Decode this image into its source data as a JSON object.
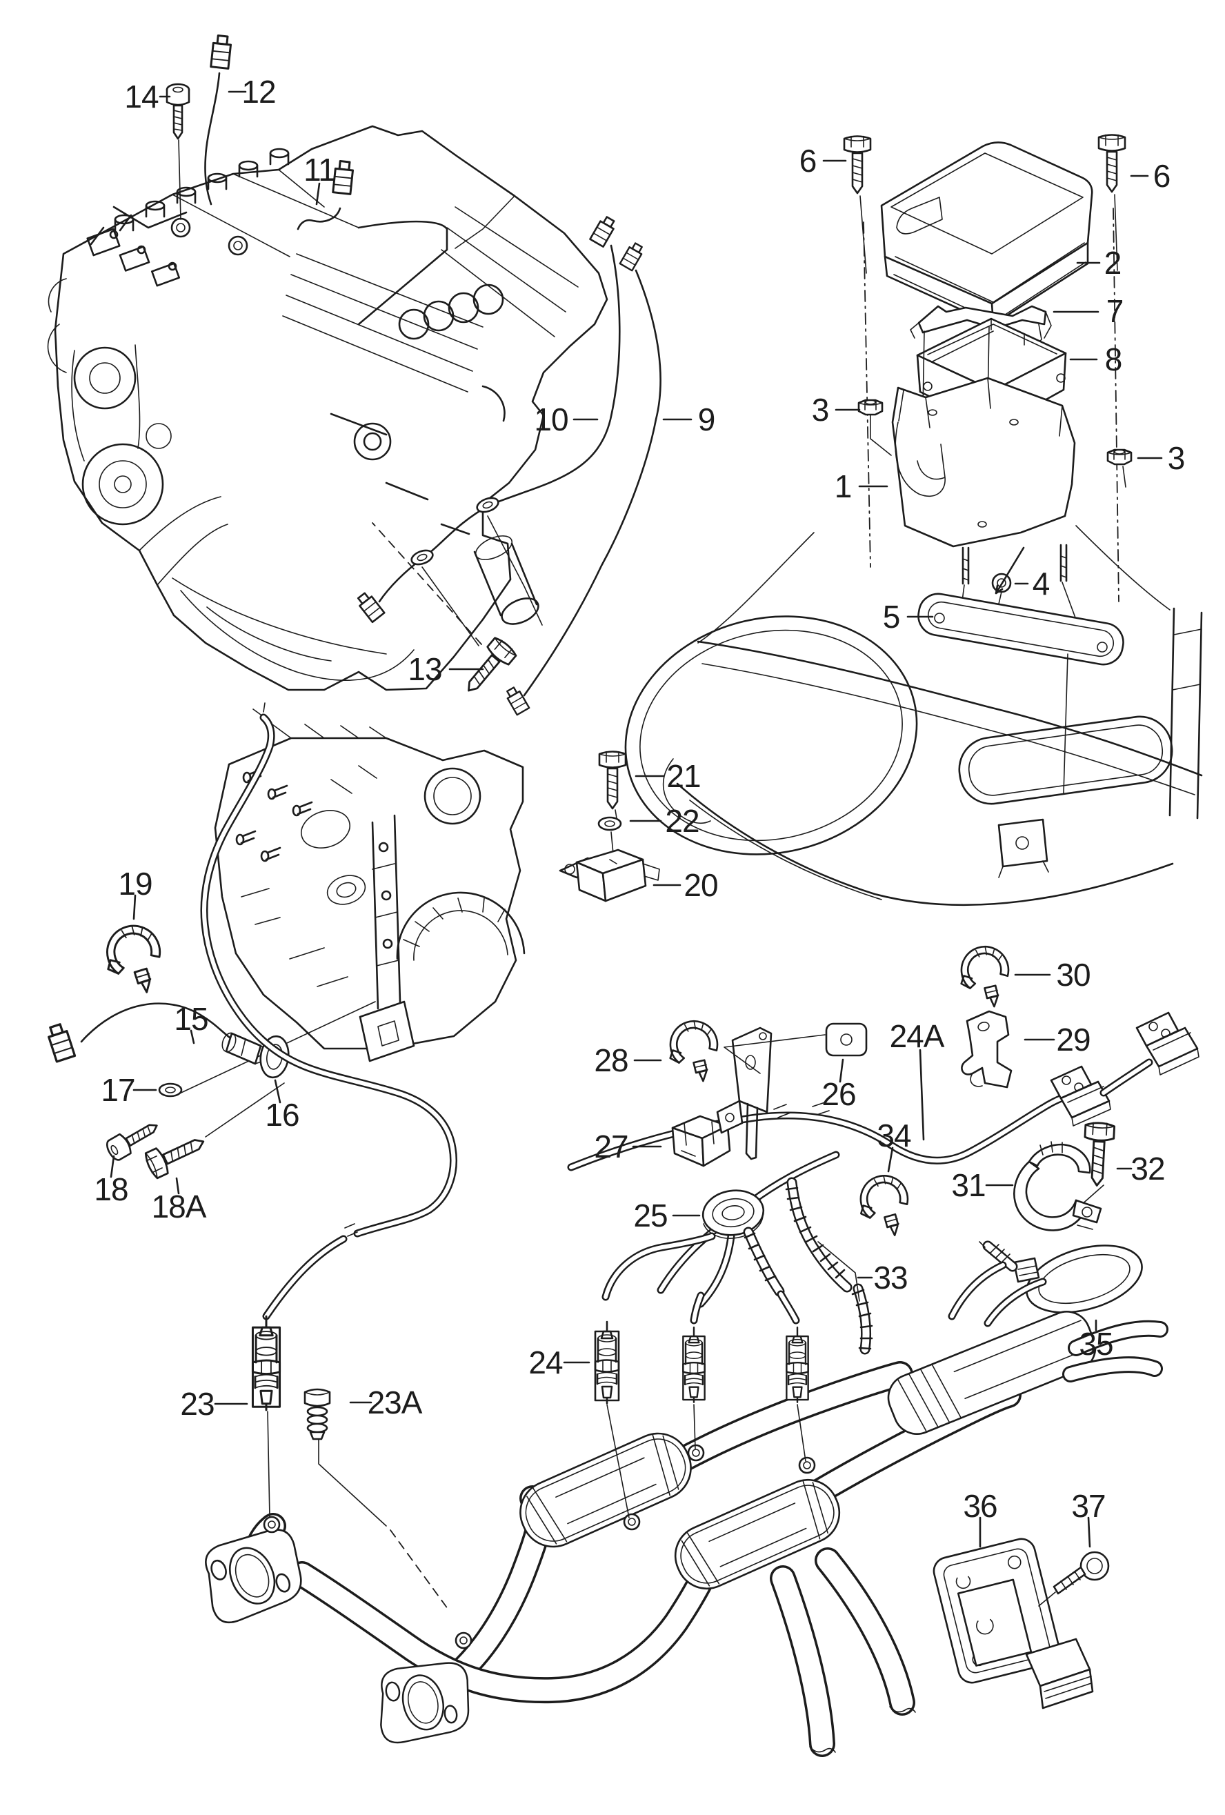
{
  "page": {
    "background": "#ffffff",
    "ink": "#1c1c1c",
    "kind": "exploded-parts-diagram"
  },
  "diagram": {
    "callouts": [
      {
        "label": "14"
      },
      {
        "label": "12"
      },
      {
        "label": "11"
      },
      {
        "label": "6"
      },
      {
        "label": "6"
      },
      {
        "label": "2"
      },
      {
        "label": "7"
      },
      {
        "label": "8"
      },
      {
        "label": "3"
      },
      {
        "label": "3"
      },
      {
        "label": "9"
      },
      {
        "label": "10"
      },
      {
        "label": "1"
      },
      {
        "label": "4"
      },
      {
        "label": "5"
      },
      {
        "label": "13"
      },
      {
        "label": "21"
      },
      {
        "label": "22"
      },
      {
        "label": "20"
      },
      {
        "label": "19"
      },
      {
        "label": "15"
      },
      {
        "label": "17"
      },
      {
        "label": "16"
      },
      {
        "label": "18"
      },
      {
        "label": "18A"
      },
      {
        "label": "28"
      },
      {
        "label": "27"
      },
      {
        "label": "25"
      },
      {
        "label": "26"
      },
      {
        "label": "24A"
      },
      {
        "label": "30"
      },
      {
        "label": "29"
      },
      {
        "label": "34"
      },
      {
        "label": "31"
      },
      {
        "label": "32"
      },
      {
        "label": "33"
      },
      {
        "label": "35"
      },
      {
        "label": "23"
      },
      {
        "label": "23A"
      },
      {
        "label": "24"
      },
      {
        "label": "36"
      },
      {
        "label": "37"
      }
    ]
  }
}
